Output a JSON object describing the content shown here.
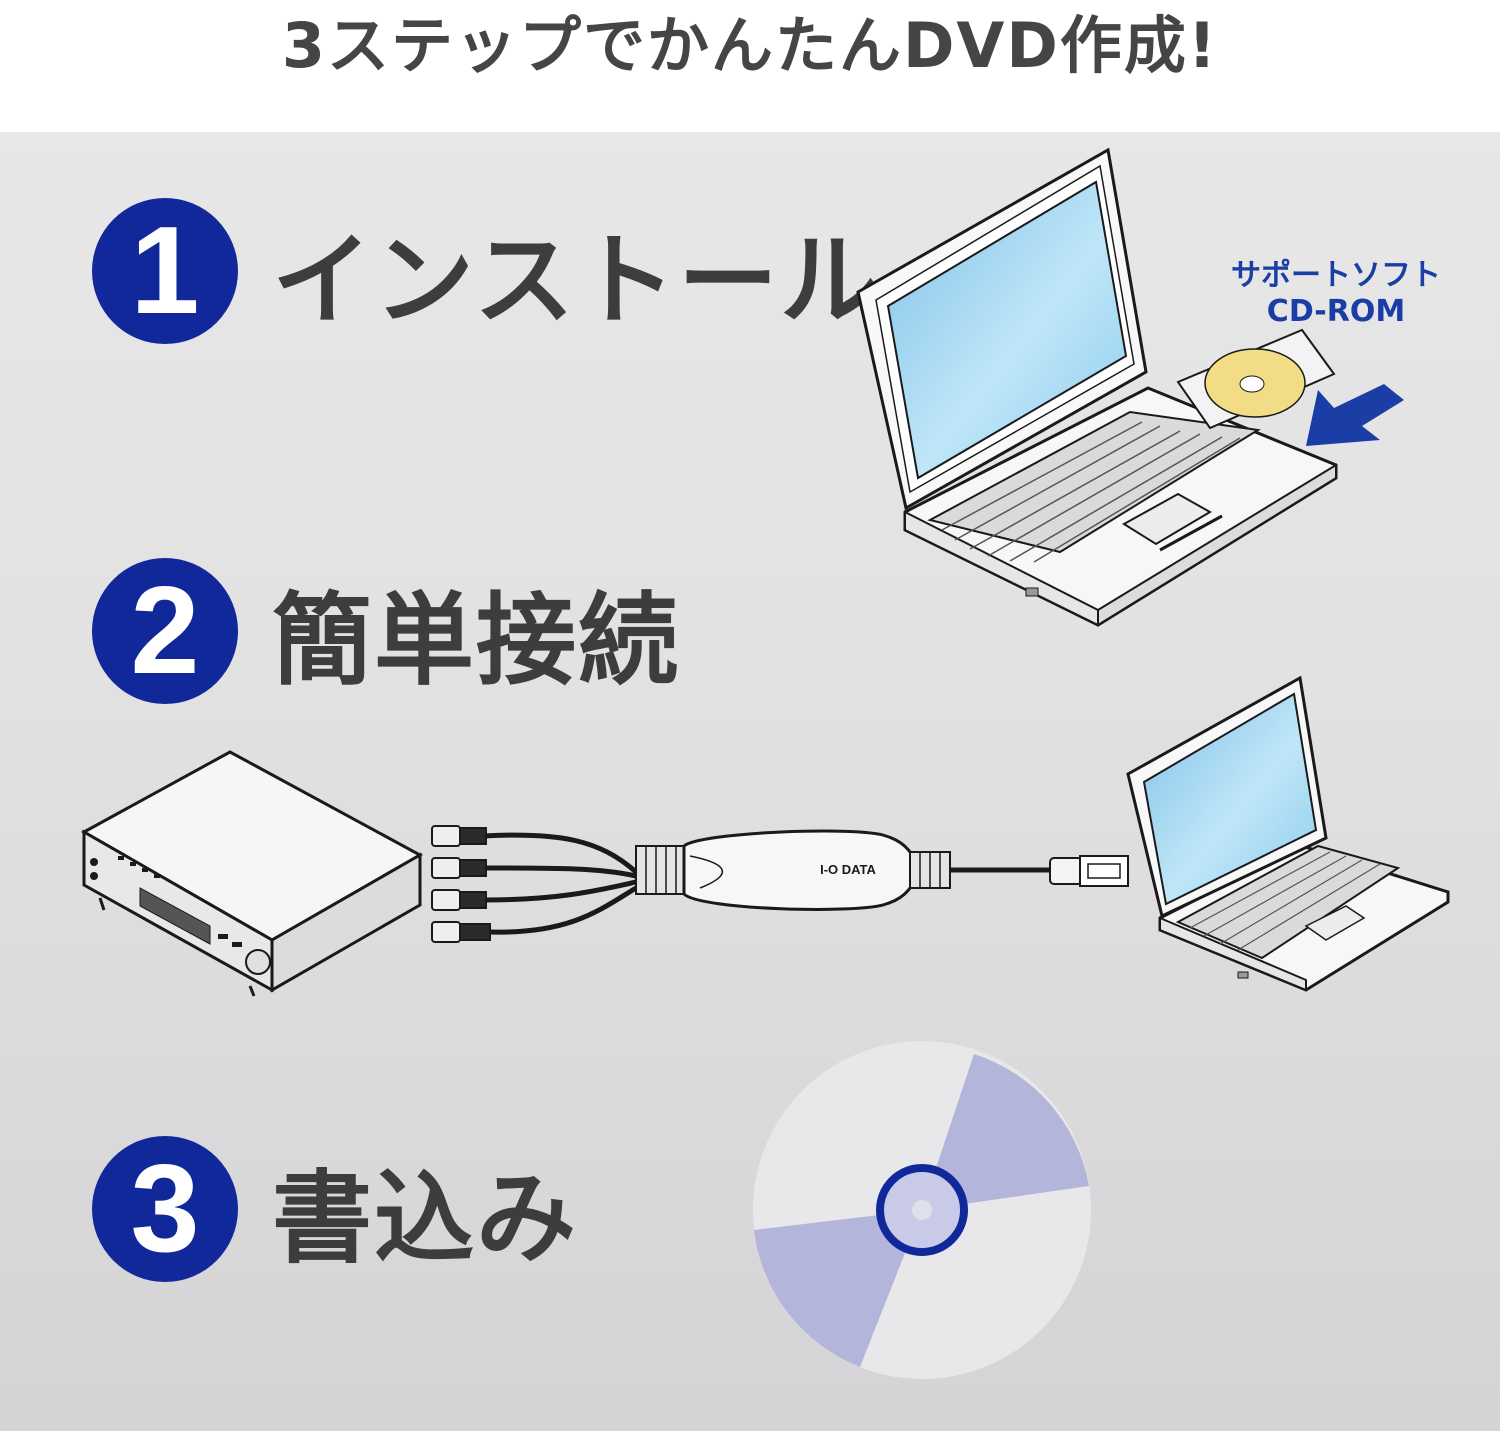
{
  "header": {
    "title": "3ステップでかんたんDVD作成!"
  },
  "steps": [
    {
      "number": "1",
      "label": "インストール"
    },
    {
      "number": "2",
      "label": "簡単接続"
    },
    {
      "number": "3",
      "label": "書込み"
    }
  ],
  "install": {
    "cdrom_line1": "サポートソフト",
    "cdrom_line2": "CD-ROM"
  },
  "device": {
    "brand": "I-O DATA"
  },
  "colors": {
    "accent": "#11289a",
    "label_blue": "#1a3ea5",
    "screen_blue": "#9fd4f2",
    "disc_purple": "#b3b5db",
    "cd_yellow": "#f3dc86"
  }
}
